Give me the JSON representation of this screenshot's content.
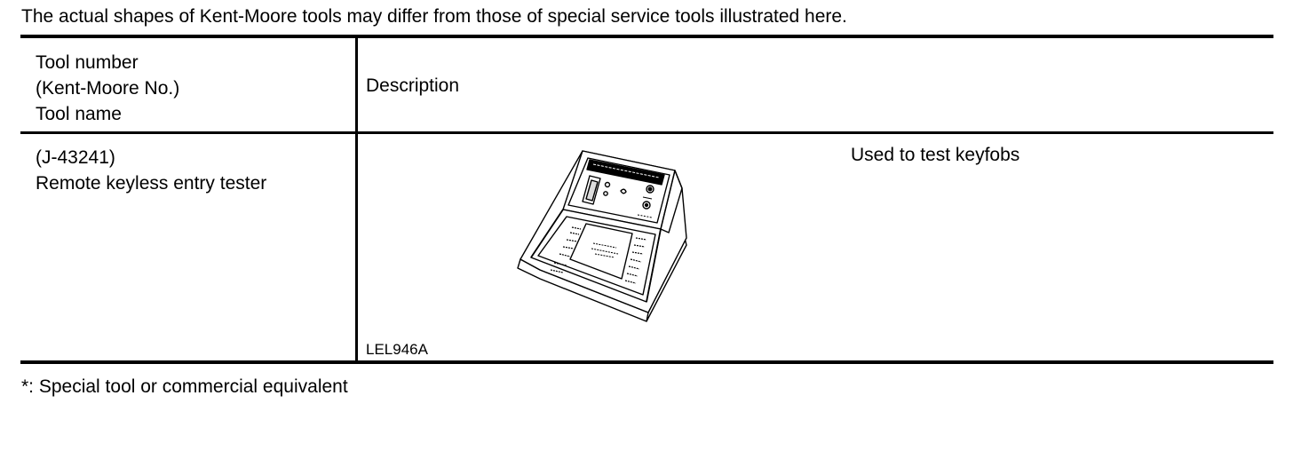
{
  "intro_text": "The actual shapes of Kent-Moore tools may differ from those of special service tools illustrated here.",
  "table": {
    "header": {
      "left_lines": [
        "Tool number",
        "(Kent-Moore No.)",
        "Tool name"
      ],
      "right": "Description"
    },
    "rows": [
      {
        "left_lines": [
          "(J-43241)",
          "Remote keyless entry tester"
        ],
        "description": "Used to test keyfobs",
        "figure_label": "LEL946A"
      }
    ]
  },
  "footnote": "*: Special tool or commercial equivalent"
}
